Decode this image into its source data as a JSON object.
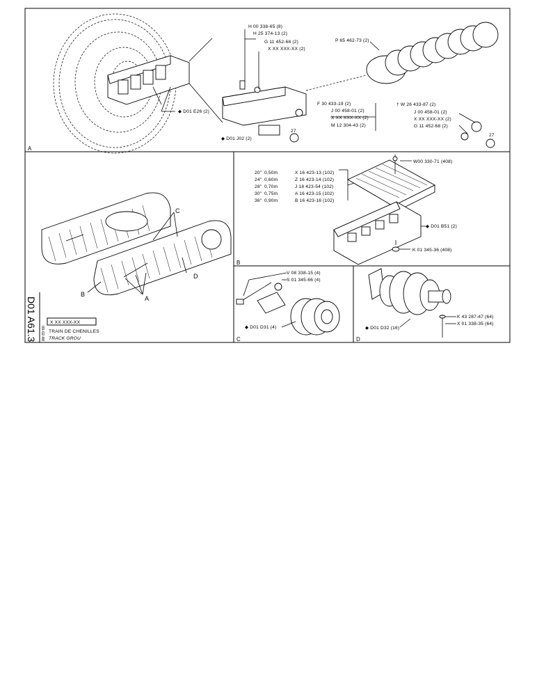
{
  "sheet": {
    "code": "D01 A61.3",
    "part_number": "X XX XXX-XX",
    "date": "09-02-88",
    "title_fr": "TRAIN DE CHENILLES",
    "title_en": "TRACK GROU"
  },
  "sections": {
    "A": {
      "label": "A",
      "callouts": [
        "H 00 338-65 (8)",
        "H 25 374-13 (2)",
        "G 11 452-68 (2)",
        "X XX XXX-XX (2)",
        "P 65 462-73 (2)",
        "F 30 433-19 (2)",
        "J 00 458-01 (2)",
        "X XX XXX-XX (2)",
        "M 12 304-43 (2)",
        "◆ D01 E26 (2)",
        "◆ D01 J02 (2)",
        "† W 26 433-87 (2)",
        "J 00 458-01 (2)",
        "X XX XXX-XX (2)",
        "G 11 452-68 (2)"
      ],
      "dims": [
        "27",
        "27"
      ]
    },
    "B": {
      "label": "B",
      "shoe_table": [
        {
          "inch": "20\"",
          "metric": "0,50m",
          "part": "X 16 423-13 (102)"
        },
        {
          "inch": "24\"",
          "metric": "0,60m",
          "part": "Z 16 423-14 (102)"
        },
        {
          "inch": "28\"",
          "metric": "0,70m",
          "part": "J 18 423-54 (102)"
        },
        {
          "inch": "30\"",
          "metric": "0,75m",
          "part": "A 16 423-15 (102)"
        },
        {
          "inch": "36\"",
          "metric": "0,90m",
          "part": "B 16 423-16 (102)"
        }
      ],
      "callouts": [
        "W00 330-71 (408)",
        "◆ D01 B51 (2)",
        "K 01 345-36 (408)"
      ]
    },
    "C": {
      "label": "C",
      "callouts": [
        "V 08 338-15 (4)",
        "S 01 345-66 (4)",
        "◆ D01 D31 (4)"
      ]
    },
    "D": {
      "label": "D",
      "callouts": [
        "◆ D01 D32 (16)",
        "K 43 287-47 (64)",
        "X 01 338-35 (64)"
      ]
    },
    "overview": {
      "markers": [
        "A",
        "B",
        "C",
        "D"
      ]
    }
  }
}
